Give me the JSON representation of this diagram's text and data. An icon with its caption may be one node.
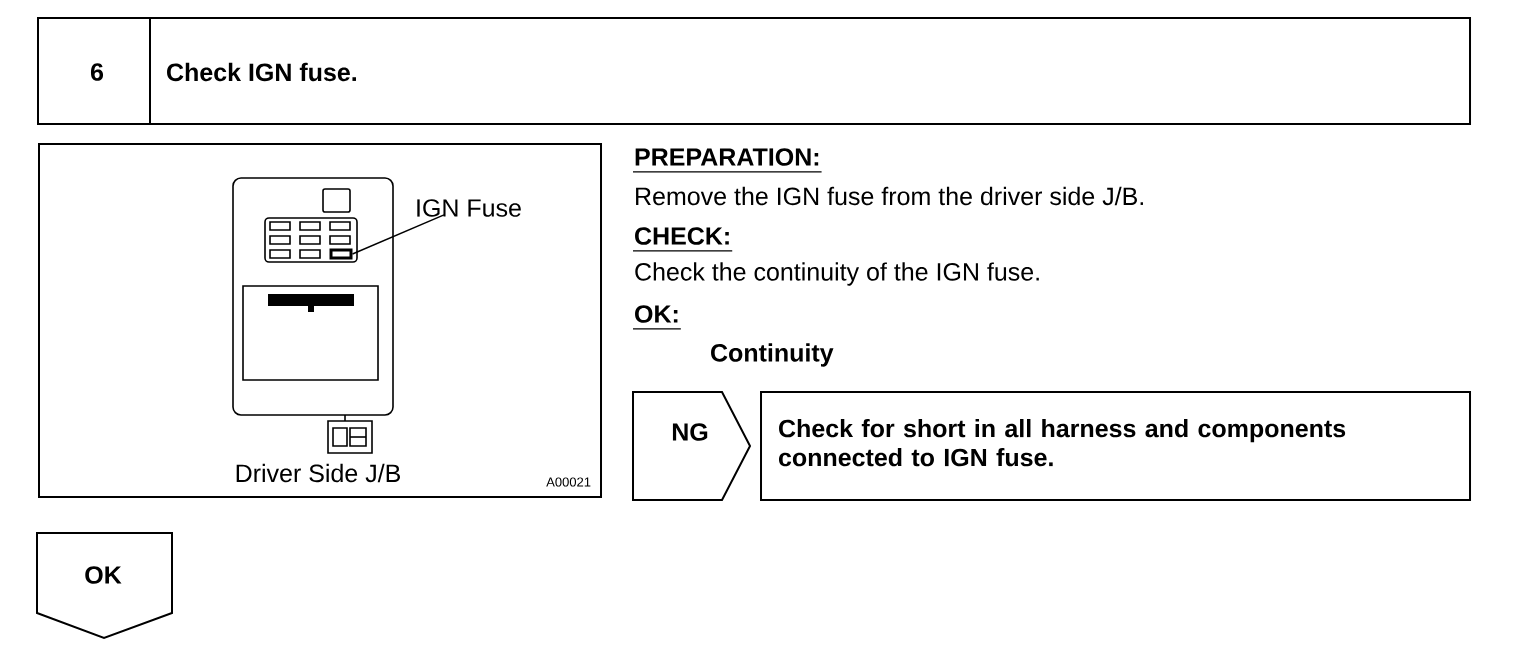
{
  "diagram": {
    "title": "Check IGN fuse.",
    "nodes": [
      {
        "text": [
          "6"
        ]
      },
      {
        "text": [
          "Driver Side J/B",
          "A00021"
        ]
      },
      {
        "text": [
          "IGN Fuse"
        ],
        "in": 1
      },
      {
        "text": [],
        "shape": "box",
        "in": 1
      },
      {
        "text": [
          "NG"
        ]
      },
      {
        "text": [
          "Check for short in all harness and components connected to IGN fuse."
        ]
      },
      {
        "text": [
          "OK"
        ]
      }
    ],
    "edges": [
      {
        "from": 2,
        "to": 3,
        "arrow": "none"
      }
    ],
    "labels": [
      "PREPARATION:",
      "Remove the IGN fuse from the driver side J/B.",
      "CHECK:",
      "Check the continuity of the IGN fuse.",
      "OK:",
      "Continuity"
    ]
  }
}
